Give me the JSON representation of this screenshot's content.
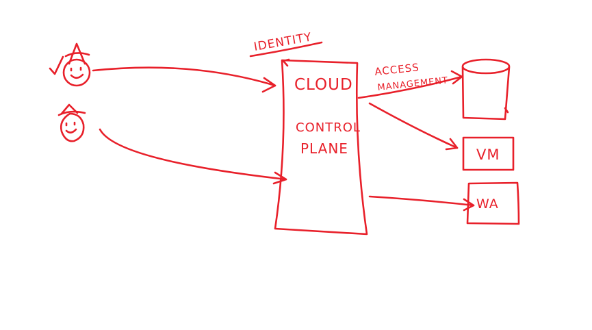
{
  "colors": {
    "ink": "#e8202a",
    "background": "#ffffff"
  },
  "labels": {
    "identity": "IDENTITY",
    "access_line1": "ACCESS",
    "access_line2": "MANAGEMENT",
    "cloud": "CLOUD",
    "control": "CONTROL",
    "plane": "PLANE",
    "vm": "VM",
    "wa": "WA"
  },
  "icons": {
    "user_top": "smiley-user-icon",
    "user_bottom": "smiley-user-icon",
    "database": "database-cylinder-icon"
  }
}
